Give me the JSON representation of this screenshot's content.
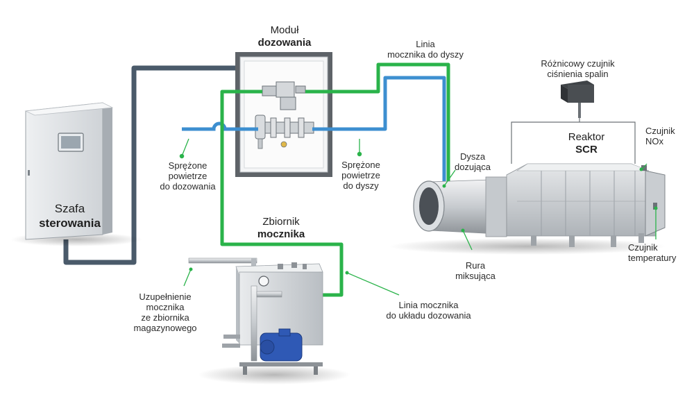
{
  "colors": {
    "urea_line": "#2ab34a",
    "air_line": "#3d8fd0",
    "control_cable": "#4a5a6a",
    "callout": "#2ab34a",
    "equipment_gray": "#c9cdd1"
  },
  "labels": {
    "cabinet": {
      "line1": "Szafa",
      "line2": "sterowania"
    },
    "dosing_module": {
      "line1": "Moduł",
      "line2": "dozowania"
    },
    "urea_tank": {
      "line1": "Zbiornik",
      "line2": "mocznika"
    },
    "reactor": {
      "line1": "Reaktor",
      "line2": "SCR"
    },
    "urea_line_to_nozzle": {
      "line1": "Linia",
      "line2": "mocznika do dyszy"
    },
    "dp_sensor": {
      "line1": "Różnicowy czujnik",
      "line2": "ciśnienia spalin"
    },
    "nox_sensor": {
      "line1": "Czujnik",
      "line2": "NOx"
    },
    "dosing_nozzle": {
      "line1": "Dysza",
      "line2": "dozująca"
    },
    "air_dosing": {
      "line1": "Sprężone",
      "line2": "powietrze",
      "line3": "do dozowania"
    },
    "air_nozzle": {
      "line1": "Sprężone",
      "line2": "powietrze",
      "line3": "do dyszy"
    },
    "mixing_pipe": {
      "line1": "Rura",
      "line2": "miksująca"
    },
    "temp_sensor": {
      "line1": "Czujnik",
      "line2": "temperatury"
    },
    "refill": {
      "line1": "Uzupełnienie",
      "line2": "mocznika",
      "line3": "ze zbiornika",
      "line4": "magazynowego"
    },
    "urea_line_dosing": {
      "line1": "Linia mocznika",
      "line2": "do układu dozowania"
    }
  }
}
